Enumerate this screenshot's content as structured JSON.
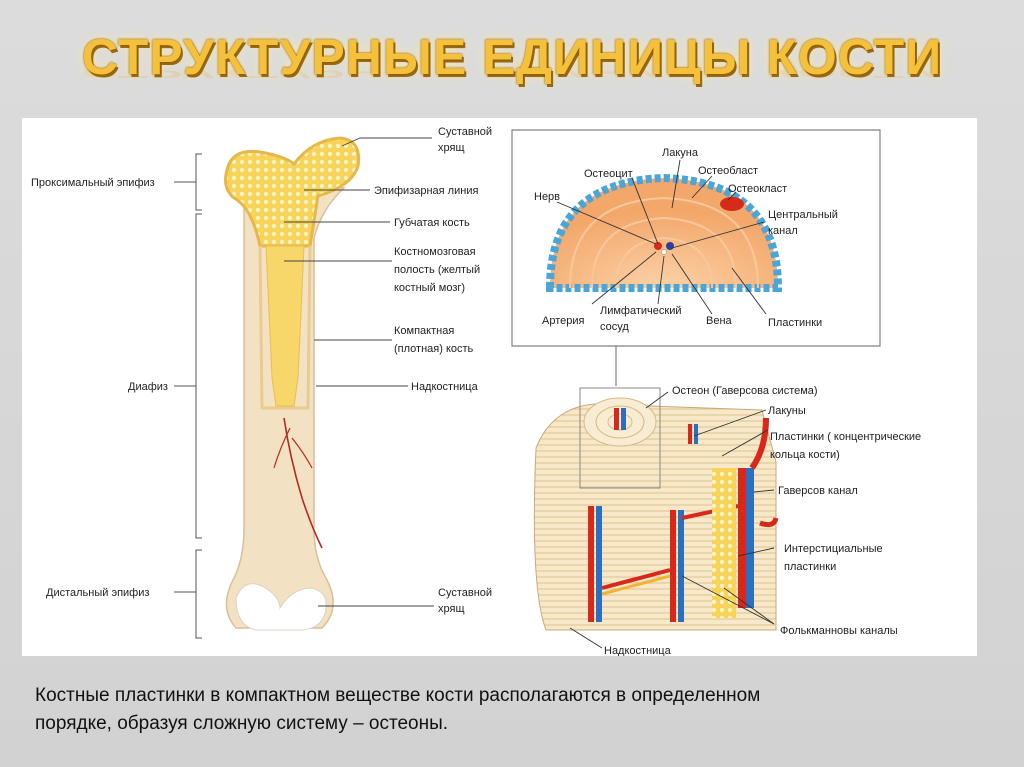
{
  "title": "СТРУКТУРНЫЕ ЕДИНИЦЫ КОСТИ",
  "bone_labels": {
    "proximal_epiphysis": "Проксимальный эпифиз",
    "diaphysis": "Диафиз",
    "distal_epiphysis": "Дистальный эпифиз",
    "articular_cartilage_top_1": "Суставной",
    "articular_cartilage_top_2": "хрящ",
    "epiphyseal_line": "Эпифизарная линия",
    "spongy_bone": "Губчатая кость",
    "marrow_1": "Костномозговая",
    "marrow_2": "полость (желтый",
    "marrow_3": "костный мозг)",
    "compact_1": "Компактная",
    "compact_2": "(плотная) кость",
    "periosteum": "Надкостница",
    "articular_cartilage_bottom_1": "Суставной",
    "articular_cartilage_bottom_2": "хрящ"
  },
  "osteon_cross_labels": {
    "lacuna": "Лакуна",
    "osteocyte": "Остеоцит",
    "osteoblast": "Остеобласт",
    "osteoclast": "Остеокласт",
    "nerve": "Нерв",
    "central_canal_1": "Центральный",
    "central_canal_2": "канал",
    "artery": "Артерия",
    "lymph_1": "Лимфатический",
    "lymph_2": "сосуд",
    "vein": "Вена",
    "lamellae": "Пластинки"
  },
  "compact_block_labels": {
    "osteon": "Остеон (Гаверсова система)",
    "lacunae": "Лакуны",
    "lamellae_1": "Пластинки  ( концентрические",
    "lamellae_2": "кольца кости)",
    "haversian_canal": "Гаверсов канал",
    "interstitial_1": "Интерстициальные",
    "interstitial_2": "пластинки",
    "volkmann": "Фолькманновы каналы",
    "periosteum": "Надкостница"
  },
  "caption_line1": "Костные пластинки в компактном веществе кости располагаются в определенном",
  "caption_line2": "порядке, образуя сложную систему – остеоны."
}
